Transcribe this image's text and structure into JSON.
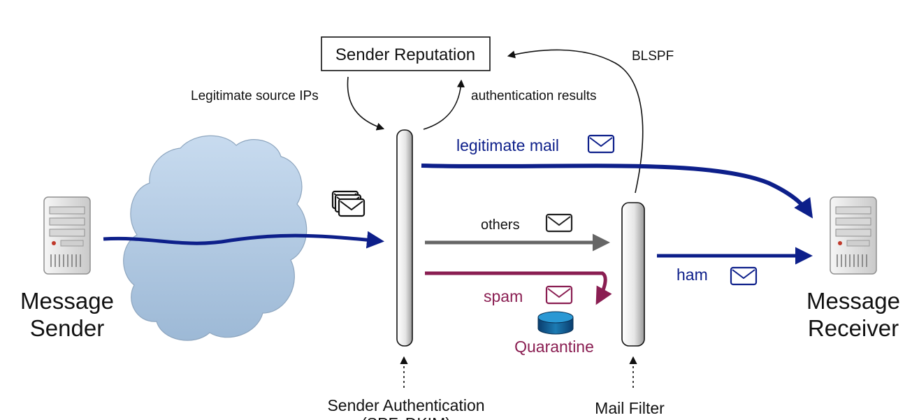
{
  "sender_reputation": {
    "label": "Sender Reputation"
  },
  "labels": {
    "legit_source_ips": "Legitimate source IPs",
    "auth_results": "authentication results",
    "blspf": "BLSPF",
    "legitimate_mail": "legitimate mail",
    "others": "others",
    "spam": "spam",
    "quarantine": "Quarantine",
    "ham": "ham"
  },
  "nodes": {
    "sender": {
      "line1": "Message",
      "line2": "Sender"
    },
    "receiver": {
      "line1": "Message",
      "line2": "Receiver"
    },
    "sender_auth": {
      "label": "Sender Authentication",
      "label_line2": "(SPF, DKIM)"
    },
    "mail_filter": {
      "label": "Mail Filter"
    }
  },
  "colors": {
    "navy": "#0d1f8a",
    "gray": "#666666",
    "maroon": "#8a1e52",
    "cloud": "#b6cde4",
    "black": "#111111"
  },
  "icons": {
    "server": "server-icon",
    "cloud": "cloud-icon",
    "envelope": "envelope-icon",
    "envelope_stack": "envelope-stack-icon",
    "database": "database-icon"
  }
}
